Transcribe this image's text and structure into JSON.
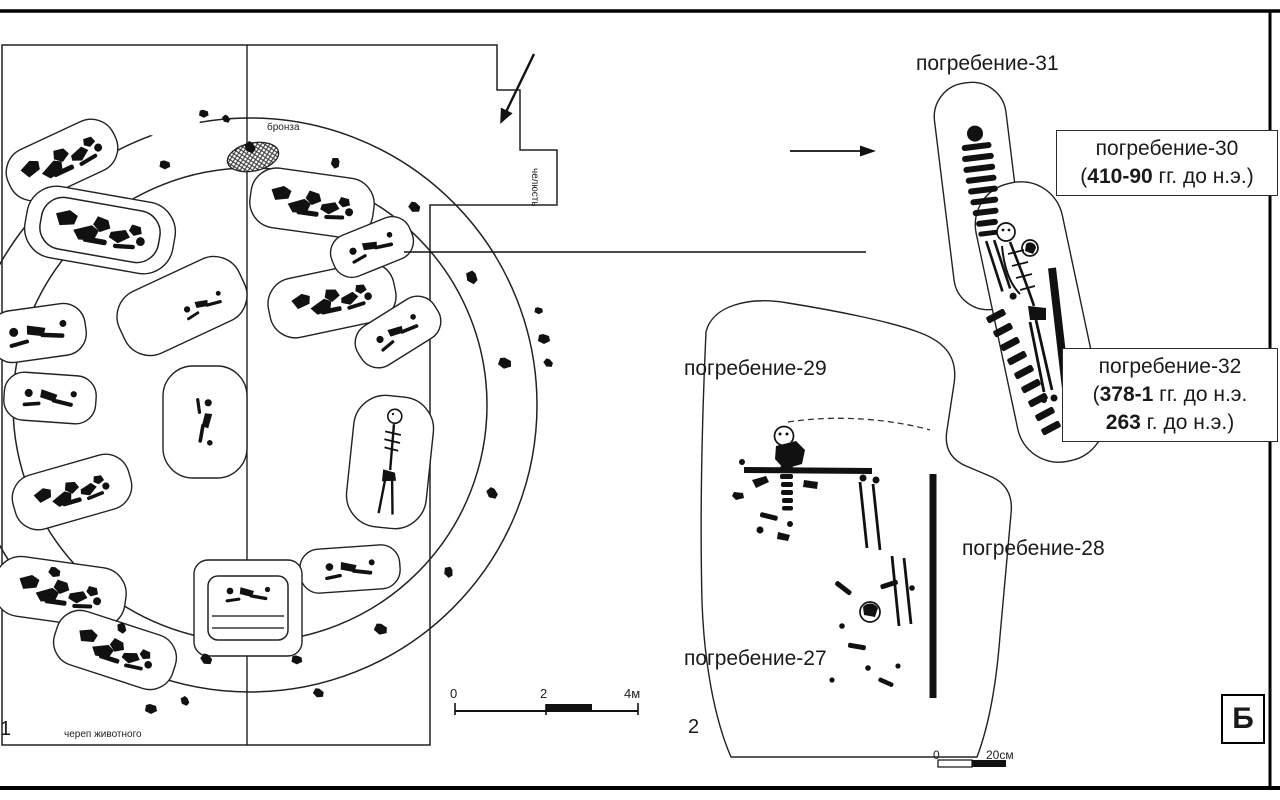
{
  "labels": {
    "burial31": "погребение-31",
    "burial29": "погребение-29",
    "burial28": "погребение-28",
    "burial27": "погребение-27",
    "panel1": "1",
    "panel2": "2",
    "corner_letter": "Б"
  },
  "box30": {
    "title": "погребение-30",
    "open": "(",
    "dates_bold": "410-90",
    "dates_rest": " гг. до н.э.)"
  },
  "box32": {
    "title": "погребение-32",
    "open": "(",
    "dates_bold": "378-1",
    "dates_rest": " гг. до н.э.",
    "dates2_bold": "263",
    "dates2_rest": " г. до н.э.)"
  },
  "plan_annotations": {
    "bronze": "бронза",
    "jaw": "челюсть",
    "animal_skull": "череп животного"
  },
  "scalebar_main": {
    "zero": "0",
    "mid": "2",
    "end": "4м"
  },
  "scalebar_detail": {
    "zero": "0",
    "end": "20см"
  }
}
